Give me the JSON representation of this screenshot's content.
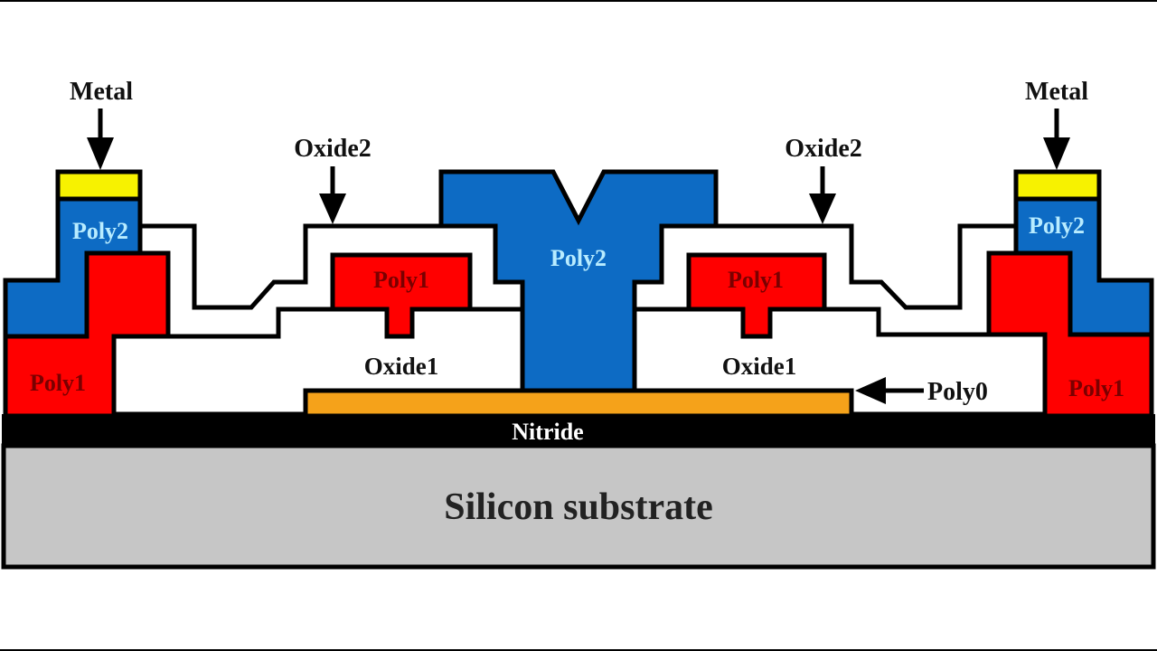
{
  "diagram": {
    "title": "Surface micromachining cross-section",
    "colors": {
      "metal": "#f7f200",
      "poly2": "#0d6bc4",
      "poly1": "#ff0000",
      "poly0": "#f5a21a",
      "nitride": "#000000",
      "substrate": "#c6c6c6",
      "oxide": "#ffffff",
      "outline": "#000000"
    },
    "labels": {
      "metal_left": "Metal",
      "metal_right": "Metal",
      "oxide2_left": "Oxide2",
      "oxide2_right": "Oxide2",
      "poly2_left": "Poly2",
      "poly2_center": "Poly2",
      "poly2_right": "Poly2",
      "poly1_left_anchor": "Poly1",
      "poly1_right_anchor": "Poly1",
      "poly1_left_beam": "Poly1",
      "poly1_right_beam": "Poly1",
      "oxide1_left": "Oxide1",
      "oxide1_right": "Oxide1",
      "poly0": "Poly0",
      "nitride": "Nitride",
      "substrate": "Silicon substrate"
    },
    "arrows": [
      {
        "name": "metal-left-arrow",
        "direction": "down",
        "target": "Metal"
      },
      {
        "name": "oxide2-left-arrow",
        "direction": "down",
        "target": "Oxide2"
      },
      {
        "name": "oxide2-right-arrow",
        "direction": "down",
        "target": "Oxide2"
      },
      {
        "name": "metal-right-arrow",
        "direction": "down",
        "target": "Metal"
      },
      {
        "name": "poly0-arrow",
        "direction": "left",
        "target": "Poly0"
      }
    ]
  }
}
